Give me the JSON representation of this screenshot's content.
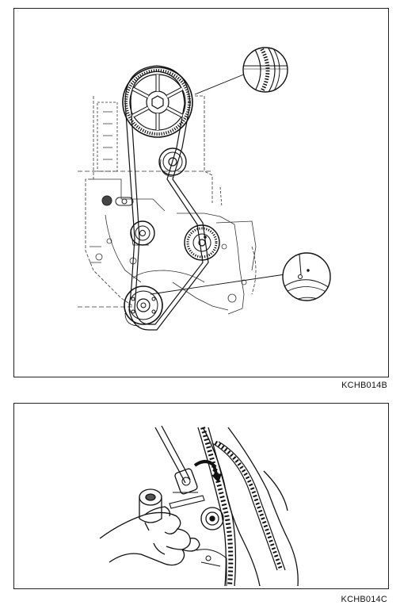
{
  "figures": [
    {
      "id": "fig-1",
      "caption": "KCHB014B"
    },
    {
      "id": "fig-2",
      "caption": "KCHB014C"
    }
  ]
}
